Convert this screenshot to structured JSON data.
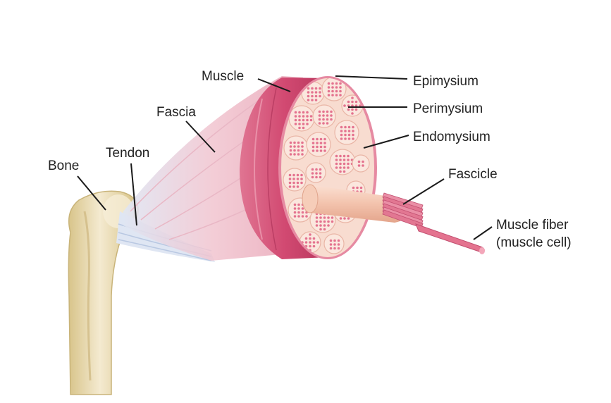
{
  "labels": {
    "bone": "Bone",
    "tendon": "Tendon",
    "fascia": "Fascia",
    "muscle": "Muscle",
    "epimysium": "Epimysium",
    "perimysium": "Perimysium",
    "endomysium": "Endomysium",
    "fascicle": "Fascicle",
    "muscle_fiber": "Muscle fiber",
    "muscle_cell": "(muscle cell)"
  },
  "colors": {
    "bone": "#efe2b4",
    "bone_shadow": "#d8c48a",
    "muscle": "#d9557a",
    "muscle_dark": "#b93a60",
    "muscle_cut_face": "#f8dcd0",
    "fascicle_cell": "#e4738f",
    "fascicle_tube": "#f3c3ad",
    "fascia_sheath": "#f2c9d3",
    "tendon_fibers": "#c9d8ec"
  }
}
